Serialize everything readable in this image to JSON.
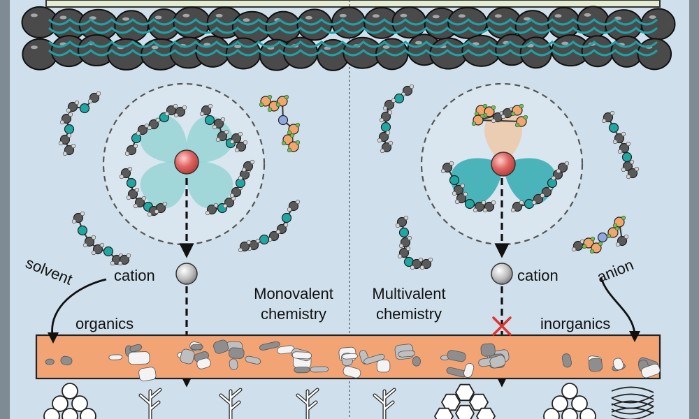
{
  "labels": {
    "solvent": "solvent",
    "cation_left": "cation",
    "cation_right": "cation",
    "anion": "anion",
    "organics": "organics",
    "inorganics": "inorganics",
    "monovalent_line1": "Monovalent",
    "monovalent_line2": "chemistry",
    "multivalent_line1": "Multivalent",
    "multivalent_line2": "chemistry"
  },
  "colors": {
    "background": "#cfe0ec",
    "frame": "#7e8a94",
    "top_strip": "#e3ecd2",
    "particle": "#4a4a4a",
    "binder": "#1ba3a8",
    "cation": "#d8534f",
    "sei_layer": "#f2a474",
    "solvation_lobe": "#8fd2d2",
    "anion_lobe": "#f0c4a0",
    "oxygen_atom": "#1fa7a4",
    "carbon_atom": "#5a5a5a",
    "hydrogen_atom": "#d6d6d6",
    "anion_atom": "#f2a66b",
    "nitrogen_atom": "#8fa8e0",
    "fluorine_atom": "#6cc24a",
    "blocked_mark": "#e0342c"
  },
  "icons": [
    "blocked-x-icon",
    "arrow-down-icon",
    "dendrite-icon",
    "sphere-cluster-icon",
    "hexagonal-cluster-icon",
    "mesh-icon"
  ]
}
